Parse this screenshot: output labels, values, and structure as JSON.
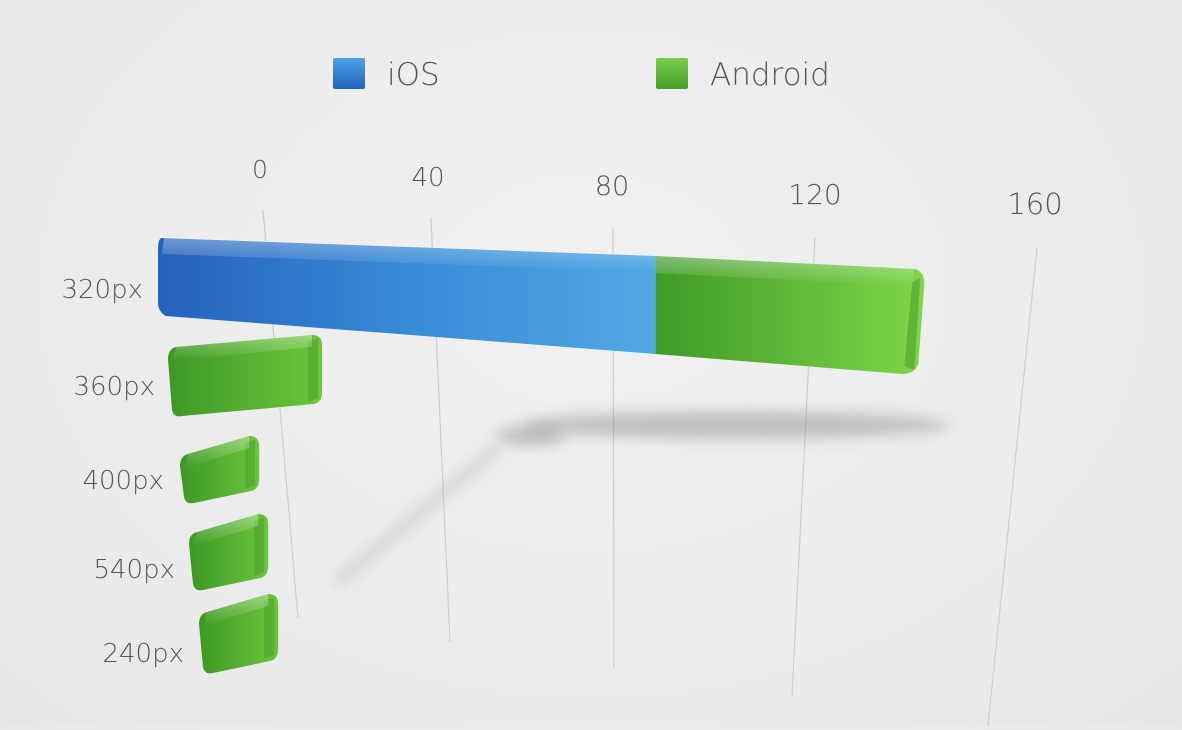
{
  "chart_data": {
    "type": "bar",
    "orientation": "horizontal",
    "stacked": true,
    "perspective_3d": true,
    "categories": [
      "320px",
      "360px",
      "400px",
      "540px",
      "240px"
    ],
    "series": [
      {
        "name": "iOS",
        "values": [
          88,
          0,
          0,
          0,
          0
        ],
        "color": "#3a8ed8"
      },
      {
        "name": "Android",
        "values": [
          51,
          14,
          6,
          6,
          6
        ],
        "color": "#5cb833"
      }
    ],
    "x_ticks": [
      "0",
      "40",
      "80",
      "120",
      "160"
    ],
    "xlim": [
      0,
      160
    ],
    "grid": true,
    "legend_position": "top"
  }
}
